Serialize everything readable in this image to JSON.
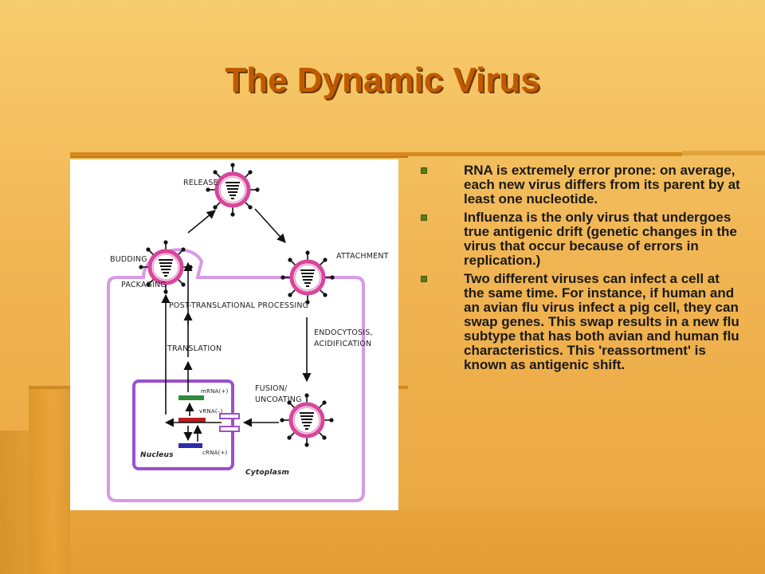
{
  "slide": {
    "title": "The Dynamic Virus",
    "bullets": [
      "RNA is extremely error prone: on average, each new virus differs from its parent by at least one nucleotide.",
      "Influenza is the only virus that undergoes true antigenic drift (genetic changes in the virus that occur because of errors in replication.)",
      "Two different viruses can infect a cell at the same time. For instance, if human and an avian flu virus infect a pig cell, they can swap genes. This swap results in a new flu subtype that has both avian and human flu characteristics. This 'reassortment' is known as antigenic shift."
    ]
  },
  "diagram": {
    "labels": {
      "release": "RELEASE",
      "budding": "BUDDING",
      "packaging": "PACKAGING",
      "attachment": "ATTACHMENT",
      "post_translational": "POST-TRANSLATIONAL PROCESSING",
      "endocytosis": "ENDOCYTOSIS,",
      "acidification": "ACIDIFICATION",
      "translation": "TRANSLATION",
      "fusion": "FUSION/",
      "uncoating": "UNCOATING",
      "mrna": "mRNA(+)",
      "vrna": "vRNA(–)",
      "crna": "cRNA(+)",
      "nucleus": "Nucleus",
      "cytoplasm": "Cytoplasm"
    },
    "colors": {
      "membrane": "#d79ae6",
      "virus_ring": "#d8469a",
      "mrna": "#2e8b3a",
      "vrna": "#b51f1f",
      "crna": "#2c2ca8"
    }
  },
  "theme": {
    "title_color": "#c05a00",
    "bullet_color": "#5b7a16"
  }
}
